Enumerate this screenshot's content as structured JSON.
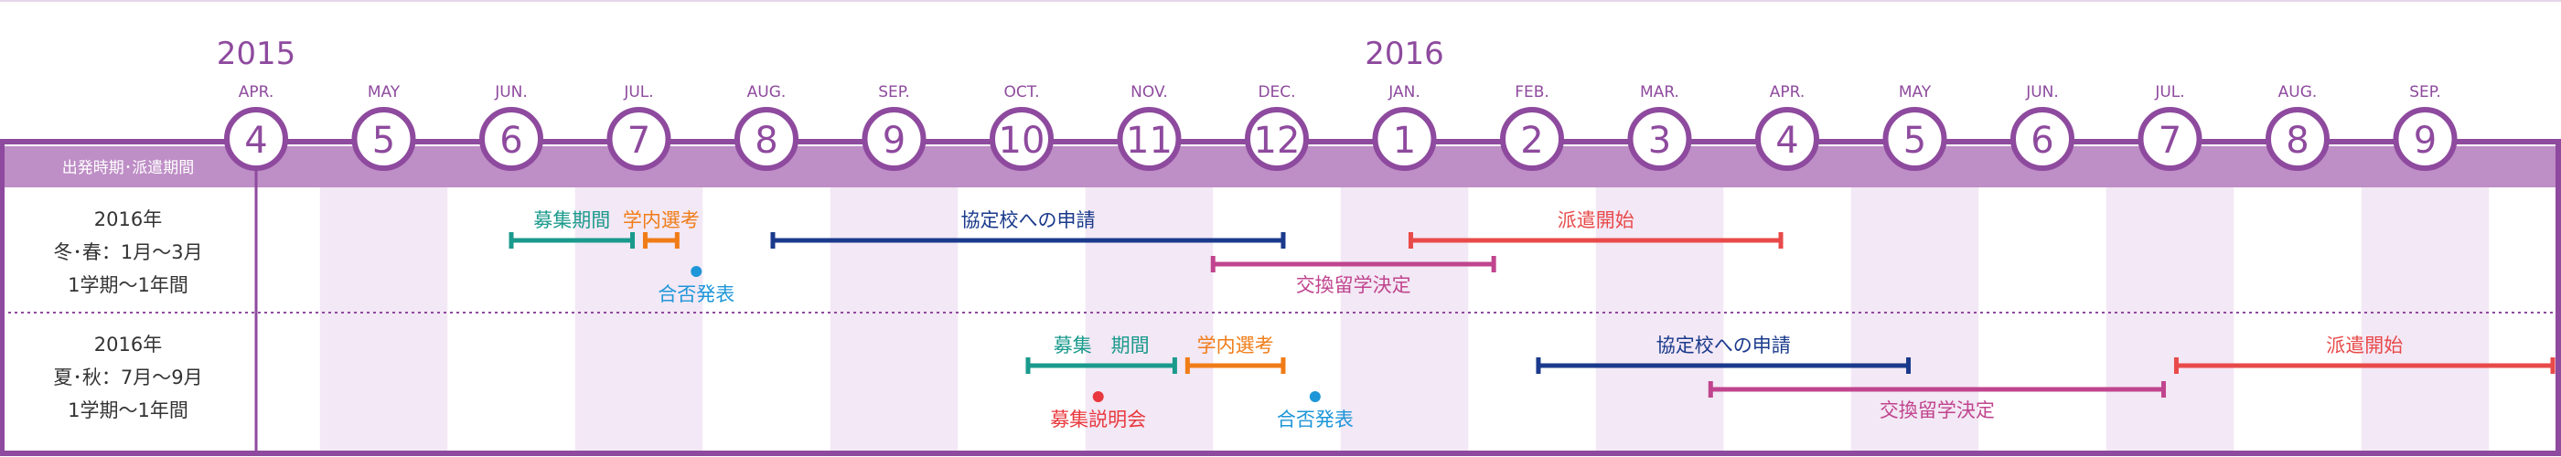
{
  "years": [
    "2015",
    "2016"
  ],
  "months": [
    {
      "abbr": "APR.",
      "num": "4"
    },
    {
      "abbr": "MAY",
      "num": "5"
    },
    {
      "abbr": "JUN.",
      "num": "6"
    },
    {
      "abbr": "JUL.",
      "num": "7"
    },
    {
      "abbr": "AUG.",
      "num": "8"
    },
    {
      "abbr": "SEP.",
      "num": "9"
    },
    {
      "abbr": "OCT.",
      "num": "10"
    },
    {
      "abbr": "NOV.",
      "num": "11"
    },
    {
      "abbr": "DEC.",
      "num": "12"
    },
    {
      "abbr": "JAN.",
      "num": "1"
    },
    {
      "abbr": "FEB.",
      "num": "2"
    },
    {
      "abbr": "MAR.",
      "num": "3"
    },
    {
      "abbr": "APR.",
      "num": "4"
    },
    {
      "abbr": "MAY",
      "num": "5"
    },
    {
      "abbr": "JUN.",
      "num": "6"
    },
    {
      "abbr": "JUL.",
      "num": "7"
    },
    {
      "abbr": "AUG.",
      "num": "8"
    },
    {
      "abbr": "SEP.",
      "num": "9"
    }
  ],
  "header_label": "出発時期･派遣期間",
  "rows": [
    {
      "lines": [
        "2016年",
        "冬･春：1月～3月",
        "1学期～1年間"
      ],
      "bars": [
        {
          "label": "募集期間",
          "start": 2.0,
          "end": 2.95,
          "color": "#1a9a8c",
          "label_pos": "above"
        },
        {
          "label": "学内選考",
          "start": 3.05,
          "end": 3.3,
          "color": "#f07c17",
          "label_pos": "above"
        },
        {
          "label": "協定校への申請",
          "start": 4.05,
          "end": 8.05,
          "color": "#1a3a8c",
          "label_pos": "above"
        },
        {
          "label": "派遣開始",
          "start": 9.05,
          "end": 11.95,
          "color": "#e84a4a",
          "label_pos": "above"
        },
        {
          "label": "交換留学決定",
          "start": 7.5,
          "end": 9.7,
          "color": "#c0448e",
          "label_pos": "below",
          "lane": 1
        }
      ],
      "dots": [
        {
          "label": "合否発表",
          "pos": 3.45,
          "color": "#1e96d8"
        }
      ]
    },
    {
      "lines": [
        "2016年",
        "夏･秋：7月～9月",
        "1学期～1年間"
      ],
      "bars": [
        {
          "label": "募集　期間",
          "start": 6.05,
          "end": 7.2,
          "color": "#1a9a8c",
          "label_pos": "above"
        },
        {
          "label": "学内選考",
          "start": 7.3,
          "end": 8.05,
          "color": "#f07c17",
          "label_pos": "above"
        },
        {
          "label": "協定校への申請",
          "start": 10.05,
          "end": 12.95,
          "color": "#1a3a8c",
          "label_pos": "above"
        },
        {
          "label": "交換留学決定",
          "start": 11.4,
          "end": 14.95,
          "color": "#c0448e",
          "label_pos": "below",
          "lane": 1
        },
        {
          "label": "派遣開始",
          "start": 15.05,
          "end": 18.0,
          "color": "#e84a4a",
          "label_pos": "above"
        }
      ],
      "dots": [
        {
          "label": "募集説明会",
          "pos": 6.6,
          "color": "#e8383d"
        },
        {
          "label": "合否発表",
          "pos": 8.3,
          "color": "#1e96d8"
        }
      ]
    }
  ],
  "colors": {
    "purple": "#8e4a9e",
    "band": "#be8ec6",
    "stripe": "#f3e8f5",
    "text": "#333333",
    "white": "#ffffff"
  }
}
